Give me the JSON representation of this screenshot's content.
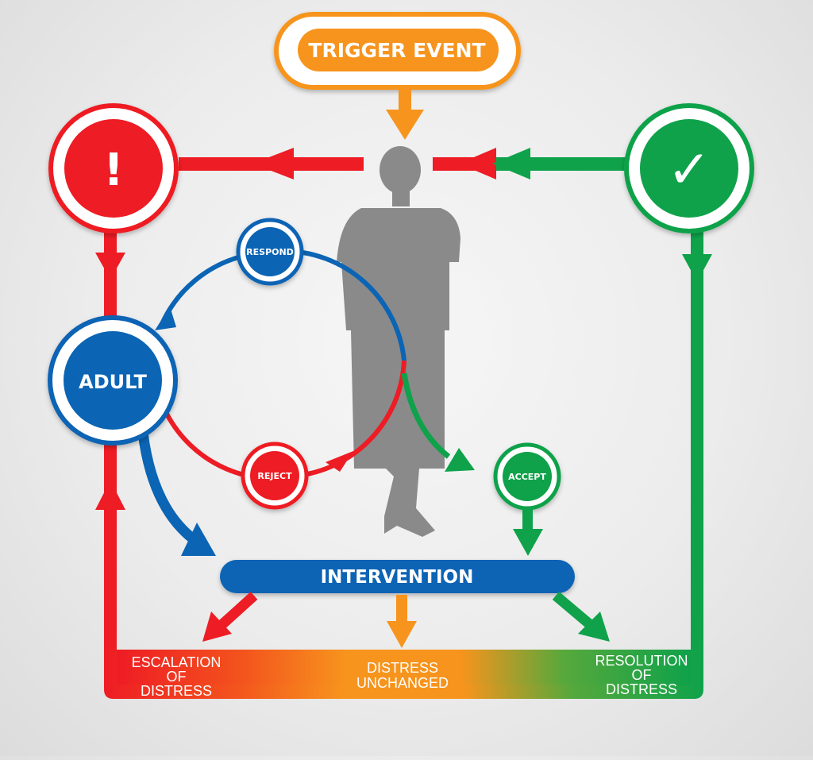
{
  "trigger": {
    "label": "TRIGGER EVENT"
  },
  "warning_node": {
    "symbol": "!"
  },
  "success_node": {
    "symbol": "✓"
  },
  "adult": {
    "label": "ADULT"
  },
  "cycle": {
    "respond": "RESPOND",
    "reject": "REJECT",
    "accept": "ACCEPT"
  },
  "intervention": {
    "label": "INTERVENTION"
  },
  "outcomes": {
    "escalation": [
      "ESCALATION",
      "OF",
      "DISTRESS"
    ],
    "unchanged": [
      "DISTRESS",
      "UNCHANGED"
    ],
    "resolution": [
      "RESOLUTION",
      "OF",
      "DISTRESS"
    ]
  },
  "colors": {
    "red": "#ee1c24",
    "green": "#0fa24a",
    "blue": "#0b64b4",
    "orange": "#f7941d",
    "silhouette": "#8a8a8a"
  }
}
